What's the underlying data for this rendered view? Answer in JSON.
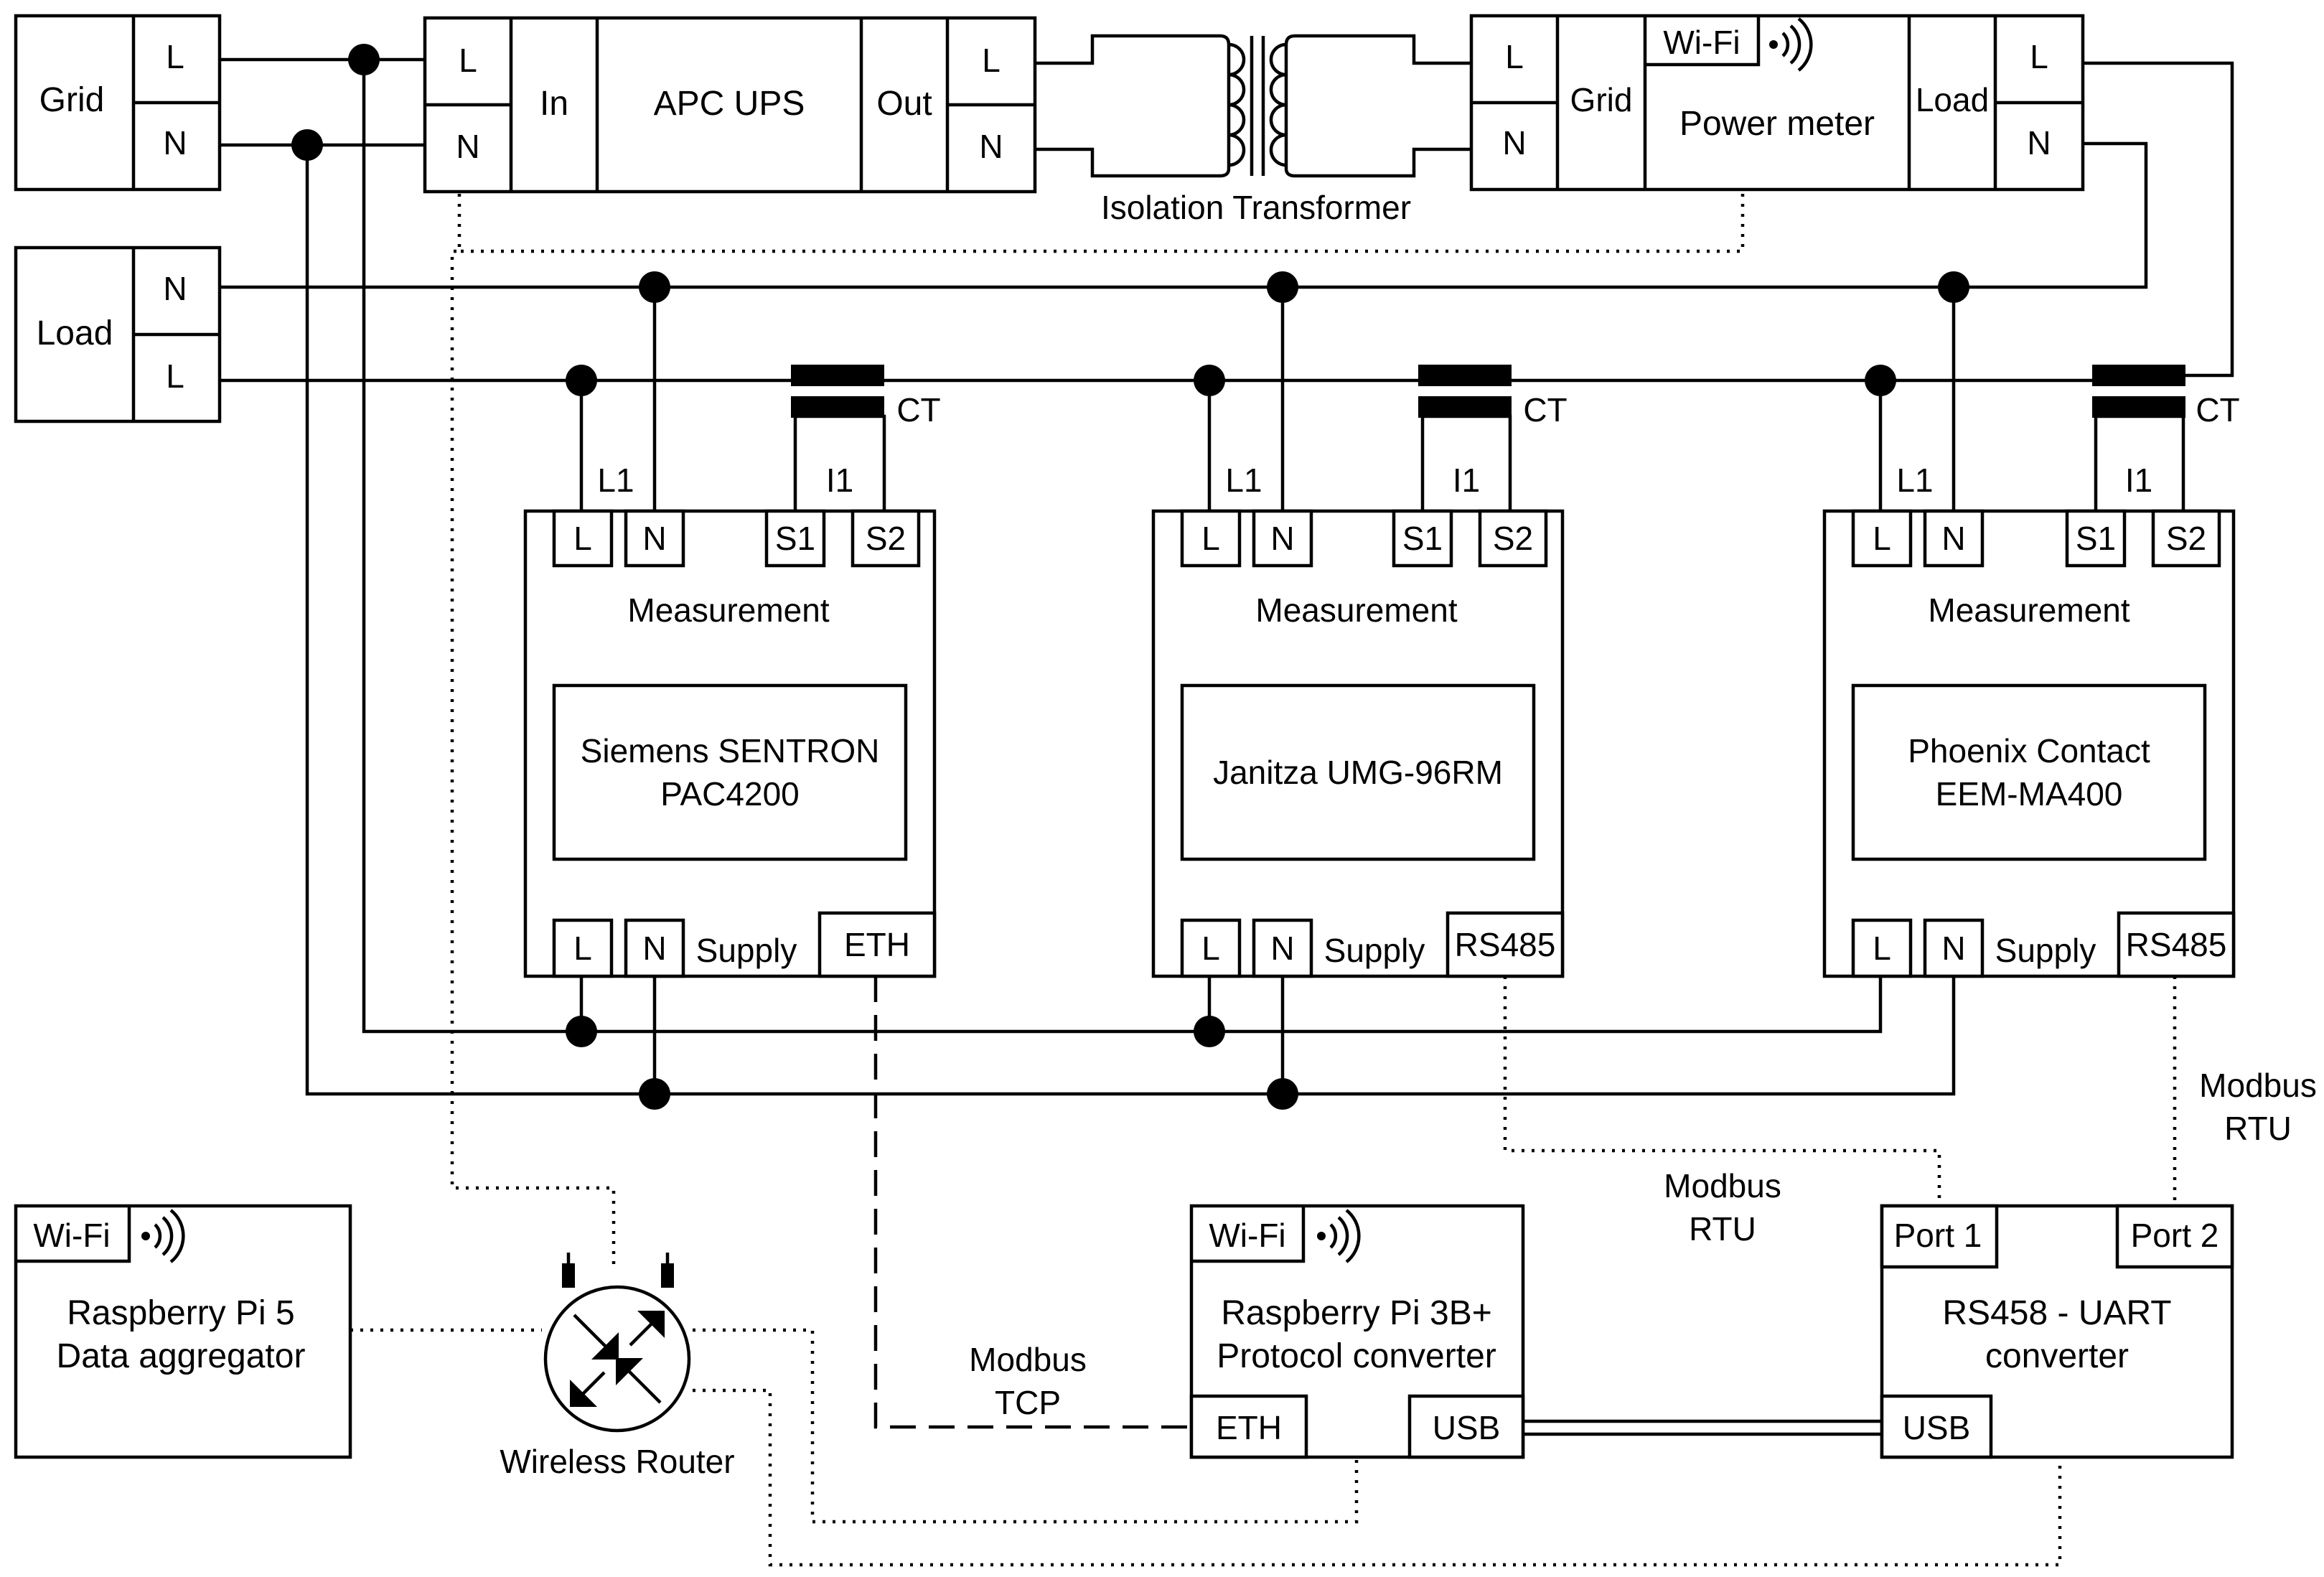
{
  "grid": {
    "label": "Grid",
    "l": "L",
    "n": "N"
  },
  "load": {
    "label": "Load",
    "n": "N",
    "l": "L"
  },
  "ups": {
    "in": "In",
    "name": "APC UPS",
    "out": "Out",
    "l_in": "L",
    "n_in": "N",
    "l_out": "L",
    "n_out": "N"
  },
  "transformer": {
    "label": "Isolation Transformer"
  },
  "power_meter": {
    "l_in": "L",
    "n_in": "N",
    "grid": "Grid",
    "wifi": "Wi-Fi",
    "name": "Power meter",
    "load": "Load",
    "l_out": "L",
    "n_out": "N"
  },
  "meters": [
    {
      "name_line1": "Siemens SENTRON",
      "name_line2": "PAC4200",
      "measurement": "Measurement",
      "l1": "L1",
      "i1": "I1",
      "ct": "CT",
      "term_l": "L",
      "term_n": "N",
      "s1": "S1",
      "s2": "S2",
      "sup_l": "L",
      "sup_n": "N",
      "supply": "Supply",
      "comm": "ETH"
    },
    {
      "name_line1": "Janitza UMG-96RM",
      "name_line2": "",
      "measurement": "Measurement",
      "l1": "L1",
      "i1": "I1",
      "ct": "CT",
      "term_l": "L",
      "term_n": "N",
      "s1": "S1",
      "s2": "S2",
      "sup_l": "L",
      "sup_n": "N",
      "supply": "Supply",
      "comm": "RS485"
    },
    {
      "name_line1": "Phoenix Contact",
      "name_line2": "EEM-MA400",
      "measurement": "Measurement",
      "l1": "L1",
      "i1": "I1",
      "ct": "CT",
      "term_l": "L",
      "term_n": "N",
      "s1": "S1",
      "s2": "S2",
      "sup_l": "L",
      "sup_n": "N",
      "supply": "Supply",
      "comm": "RS485"
    }
  ],
  "rpi5": {
    "wifi": "Wi-Fi",
    "line1": "Raspberry Pi 5",
    "line2": "Data aggregator"
  },
  "router": {
    "label": "Wireless Router"
  },
  "rpi3": {
    "wifi": "Wi-Fi",
    "line1": "Raspberry Pi 3B+",
    "line2": "Protocol converter",
    "eth": "ETH",
    "usb": "USB"
  },
  "converter": {
    "port1": "Port 1",
    "port2": "Port 2",
    "line1": "RS458 - UART",
    "line2": "converter",
    "usb": "USB"
  },
  "links": {
    "modbus_tcp_1": "Modbus",
    "modbus_tcp_2": "TCP",
    "modbus_rtu_a_1": "Modbus",
    "modbus_rtu_a_2": "RTU",
    "modbus_rtu_b_1": "Modbus",
    "modbus_rtu_b_2": "RTU"
  }
}
